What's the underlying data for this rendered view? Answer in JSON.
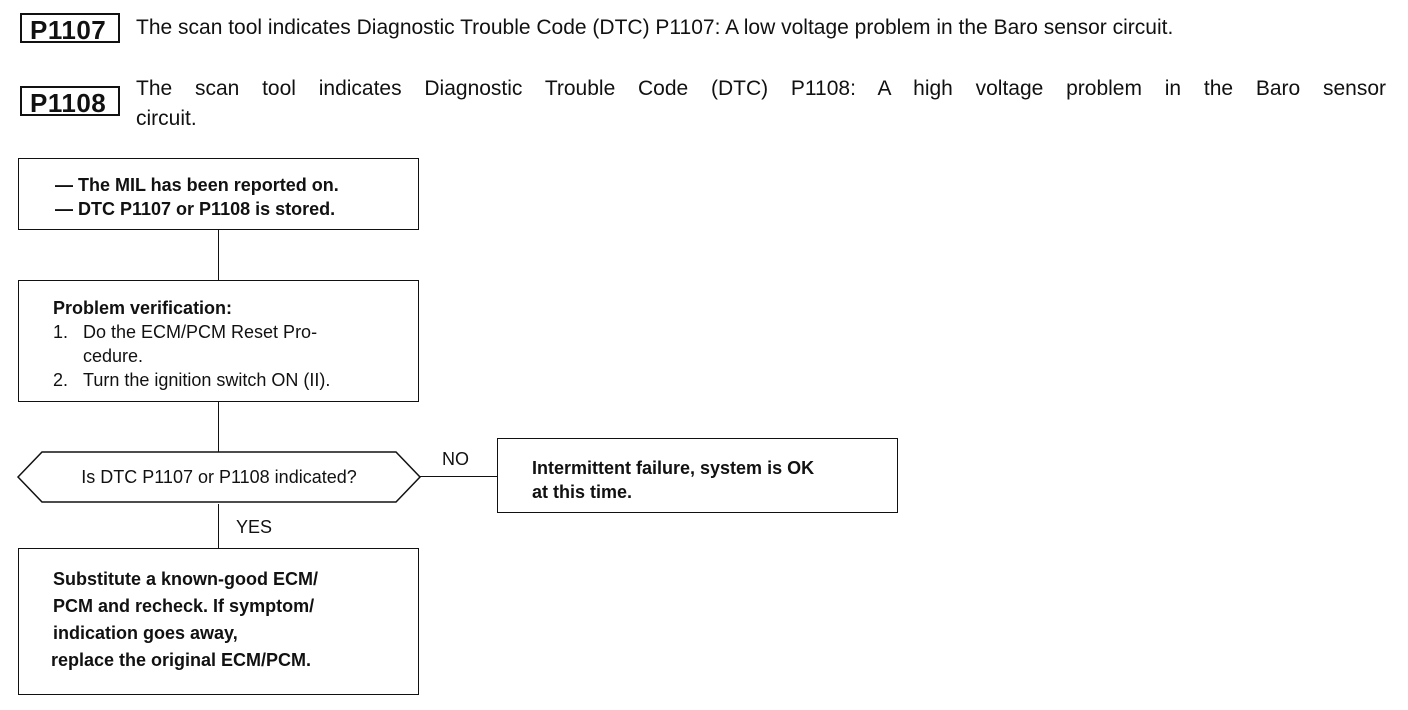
{
  "header": {
    "codes": [
      {
        "code": "P1107",
        "description": "The scan tool indicates Diagnostic Trouble Code (DTC) P1107: A low voltage problem in the Baro sensor circuit."
      },
      {
        "code": "P1108",
        "description_line1": "The scan tool indicates Diagnostic Trouble Code (DTC) P1108: A high voltage problem in the Baro sensor",
        "description_line2": "circuit."
      }
    ]
  },
  "flowchart": {
    "start": {
      "line1": "— The MIL has been reported on.",
      "line2": "— DTC P1107 or P1108 is stored."
    },
    "verification": {
      "title": "Problem verification:",
      "steps": [
        {
          "num": "1.",
          "text_line1": "Do the ECM/PCM Reset Pro-",
          "text_line2": "cedure."
        },
        {
          "num": "2.",
          "text_line1": "Turn the ignition switch ON (II)."
        }
      ]
    },
    "decision": {
      "question": "Is DTC P1107 or P1108 indicated?",
      "no_label": "NO",
      "yes_label": "YES"
    },
    "no_result": {
      "line1": "Intermittent failure, system is OK",
      "line2": "at this time."
    },
    "yes_result": {
      "line1": "Substitute a known-good ECM/",
      "line2": "PCM and recheck. If symptom/",
      "line3": "indication goes away,",
      "line4": "replace the original ECM/PCM."
    }
  }
}
